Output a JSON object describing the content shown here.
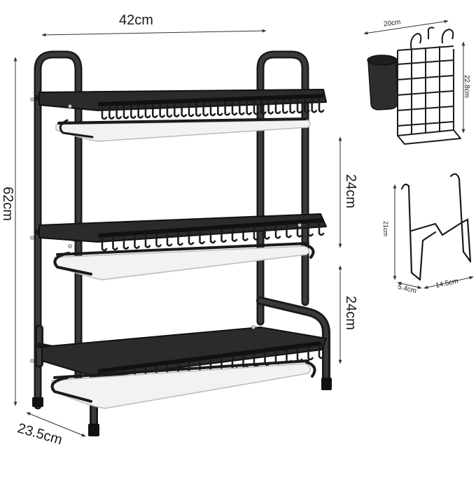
{
  "dimensions": {
    "width": "42cm",
    "height": "62cm",
    "depth": "23.5cm",
    "tier_gap_upper": "24cm",
    "tier_gap_lower": "24cm"
  },
  "accessory_basket": {
    "width": "20cm",
    "height": "22.8cm"
  },
  "accessory_hanger": {
    "height": "21cm",
    "depth": "5.4cm",
    "width": "14.5cm"
  },
  "colors": {
    "frame": "#2b2b2b",
    "frame_edge": "#111111",
    "tray": "#f2f2f2",
    "tray_edge": "#cfcfcf",
    "dimension_line": "#333333",
    "background": "#ffffff"
  }
}
